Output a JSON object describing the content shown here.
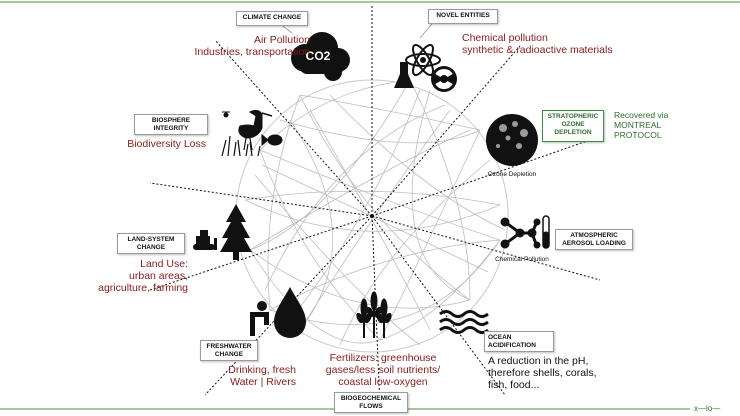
{
  "boundaries": {
    "climate_change": {
      "title": "CLIMATE CHANGE",
      "lines": [
        "Air Pollution",
        "Industries, transportation"
      ],
      "icon": "co2-cloud-icon"
    },
    "novel_entities": {
      "title": "NOVEL ENTITIES",
      "lines": [
        "Chemical pollution",
        "synthetic & radioactive materials"
      ],
      "icon": "atom-flask-radiation-icon"
    },
    "ozone": {
      "title_lines": [
        "STRATOPHERIC",
        "OZONE",
        "DEPLETION"
      ],
      "lines": [
        "Recovered via",
        "MONTREAL",
        "PROTOCOL"
      ],
      "caption": "Ozone Depletion",
      "icon": "ozone-sphere-icon"
    },
    "aerosol": {
      "title_lines": [
        "ATMOSPHERIC",
        "AEROSOL LOADING"
      ],
      "caption": "Chemical Pollution",
      "icon": "molecule-test-tube-icon"
    },
    "ocean": {
      "title_lines": [
        "OCEAN",
        "ACIDIFICATION"
      ],
      "lines": [
        "A reduction in the pH,",
        "therefore shells, corals,",
        "fish, food..."
      ],
      "icon": "waves-icon"
    },
    "biogeochemical": {
      "title_lines": [
        "BIOGEOCHEMICAL",
        "FLOWS"
      ],
      "lines": [
        "Fertilizers: greenhouse",
        "gases/less soil nutrients/",
        "coastal low-oxygen"
      ],
      "icon": "wheat-icon"
    },
    "freshwater": {
      "title_lines": [
        "FRESHWATER",
        "CHANGE"
      ],
      "lines": [
        "Drinking, fresh",
        "Water | Rivers"
      ],
      "icon": "water-drop-tap-icon"
    },
    "land_system": {
      "title_lines": [
        "LAND-SYSTEM",
        "CHANGE"
      ],
      "lines": [
        "Land Use:",
        "urban areas,",
        "agriculture, farming"
      ],
      "icon": "tree-bulldozer-icon"
    },
    "biosphere": {
      "title_lines": [
        "BIOSPHERE",
        "INTEGRITY"
      ],
      "lines": [
        "Biodiversity Loss"
      ],
      "icon": "heron-fish-icon"
    }
  },
  "co2_label": "CO2",
  "logo": "x—io—",
  "colors": {
    "accent_red": "#8b1a1a",
    "accent_green": "#2d6e2d",
    "rule_green": "#4a8f3a",
    "ink": "#111111"
  }
}
